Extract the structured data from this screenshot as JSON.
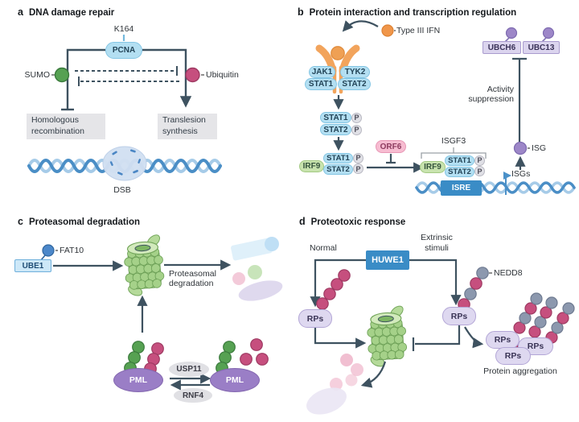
{
  "a": {
    "letter": "a",
    "title": "DNA damage repair",
    "k164": "K164",
    "pcna": "PCNA",
    "sumo": "SUMO",
    "ubiquitin": "Ubiquitin",
    "hr1": "Homologous",
    "hr2": "recombination",
    "tls1": "Translesion",
    "tls2": "synthesis",
    "dsb": "DSB"
  },
  "b": {
    "letter": "b",
    "title": "Protein interaction and transcription regulation",
    "ifn": "Type III IFN",
    "jak1": "JAK1",
    "tyk2": "TYK2",
    "stat1": "STAT1",
    "stat2": "STAT2",
    "p": "P",
    "irf9": "IRF9",
    "orf6": "ORF6",
    "isgf3": "ISGF3",
    "isre": "ISRE",
    "isgs": "ISGs",
    "isg": "ISG",
    "ubch6": "UBCH6",
    "ubc13": "UBC13",
    "act1": "Activity",
    "act2": "suppression"
  },
  "c": {
    "letter": "c",
    "title": "Proteasomal degradation",
    "ube1": "UBE1",
    "fat10": "FAT10",
    "deg1": "Proteasomal",
    "deg2": "degradation",
    "pml": "PML",
    "usp11": "USP11",
    "rnf4": "RNF4"
  },
  "d": {
    "letter": "d",
    "title": "Proteotoxic response",
    "normal": "Normal",
    "ext1": "Extrinsic",
    "ext2": "stimuli",
    "huwe1": "HUWE1",
    "nedd8": "NEDD8",
    "rps": "RPs",
    "agg": "Protein aggregation"
  },
  "colors": {
    "arrow": "#3e5260",
    "dna_dark": "#4a8ec6",
    "dna_light": "#a6cbe8",
    "pill_blue": "#b3dff2",
    "box_blue": "#3a8cc6",
    "green": "#55a053",
    "pink": "#c64f7e",
    "purple": "#9a7ec6",
    "lavender": "#ded8f0",
    "orange": "#f2a45c",
    "slate_gray": "#8c98ae"
  }
}
